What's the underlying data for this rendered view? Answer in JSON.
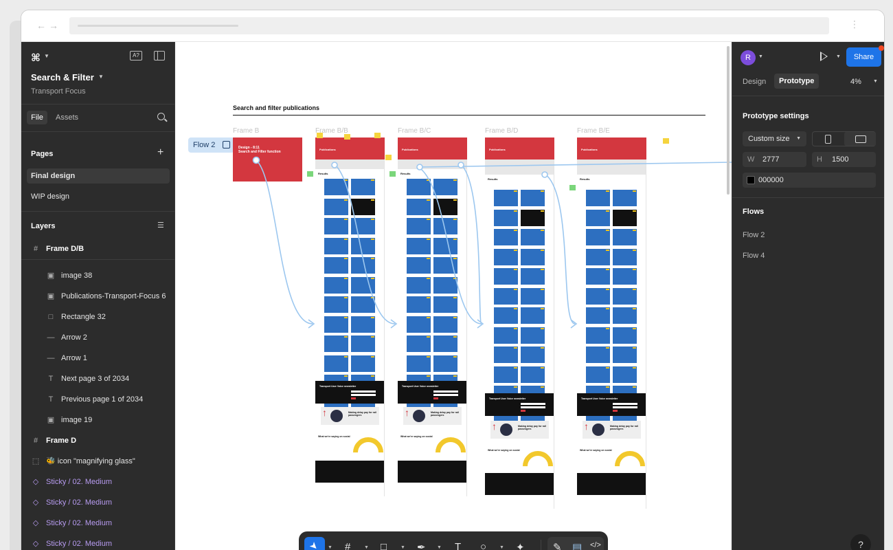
{
  "left_panel": {
    "file_title": "Search & Filter",
    "file_subtitle": "Transport Focus",
    "tabs": {
      "file": "File",
      "assets": "Assets"
    },
    "pages_title": "Pages",
    "pages": [
      "Final design",
      "WIP design"
    ],
    "layers_title": "Layers",
    "layers": [
      {
        "label": "Frame D/B",
        "kind": "frame"
      },
      {
        "label": "image 38",
        "kind": "image"
      },
      {
        "label": "Publications-Transport-Focus 6",
        "kind": "image"
      },
      {
        "label": "Rectangle 32",
        "kind": "rect"
      },
      {
        "label": "Arrow 2",
        "kind": "line"
      },
      {
        "label": "Arrow 1",
        "kind": "line"
      },
      {
        "label": "Next page 3 of 2034",
        "kind": "text"
      },
      {
        "label": "Previous page 1 of 2034",
        "kind": "text"
      },
      {
        "label": "image 19",
        "kind": "image"
      },
      {
        "label": "Frame D",
        "kind": "frame"
      },
      {
        "label": "🐝 icon \"magnifying glass\"",
        "kind": "group"
      },
      {
        "label": "Sticky / 02. Medium",
        "kind": "component"
      },
      {
        "label": "Sticky / 02. Medium",
        "kind": "component"
      },
      {
        "label": "Sticky / 02. Medium",
        "kind": "component"
      },
      {
        "label": "Sticky / 02. Medium",
        "kind": "component"
      }
    ],
    "icon_a_label": "A?"
  },
  "canvas": {
    "section_title": "Search and filter publications",
    "frames": [
      "Frame B",
      "Frame B/B",
      "Frame B/C",
      "Frame B/D",
      "Frame B/E"
    ],
    "flow_tag": "Flow 2",
    "design_text_1": "Design - 8:11",
    "design_text_2": "Search and Filter function",
    "column_header": "Publications",
    "results_label": "Results",
    "news_label": "Transport User Voice newsletter",
    "promo_label": "Making delay pay for rail passengers",
    "social_label": "What we're saying on social"
  },
  "right_panel": {
    "avatar_initial": "R",
    "share_label": "Share",
    "tabs": {
      "design": "Design",
      "prototype": "Prototype"
    },
    "zoom": "4%",
    "prototype_settings_title": "Prototype settings",
    "size_select": "Custom size",
    "width_label": "W",
    "width_value": "2777",
    "height_label": "H",
    "height_value": "1500",
    "bg_color": "000000",
    "flows_title": "Flows",
    "flows": [
      "Flow 2",
      "Flow 4"
    ],
    "help": "?"
  },
  "colors": {
    "accent": "#1e74e8",
    "frame_red": "#d3373f",
    "tile_blue": "#2d6fc0",
    "flow_line": "#9cc7ef",
    "component_purple": "#b79bf0"
  }
}
